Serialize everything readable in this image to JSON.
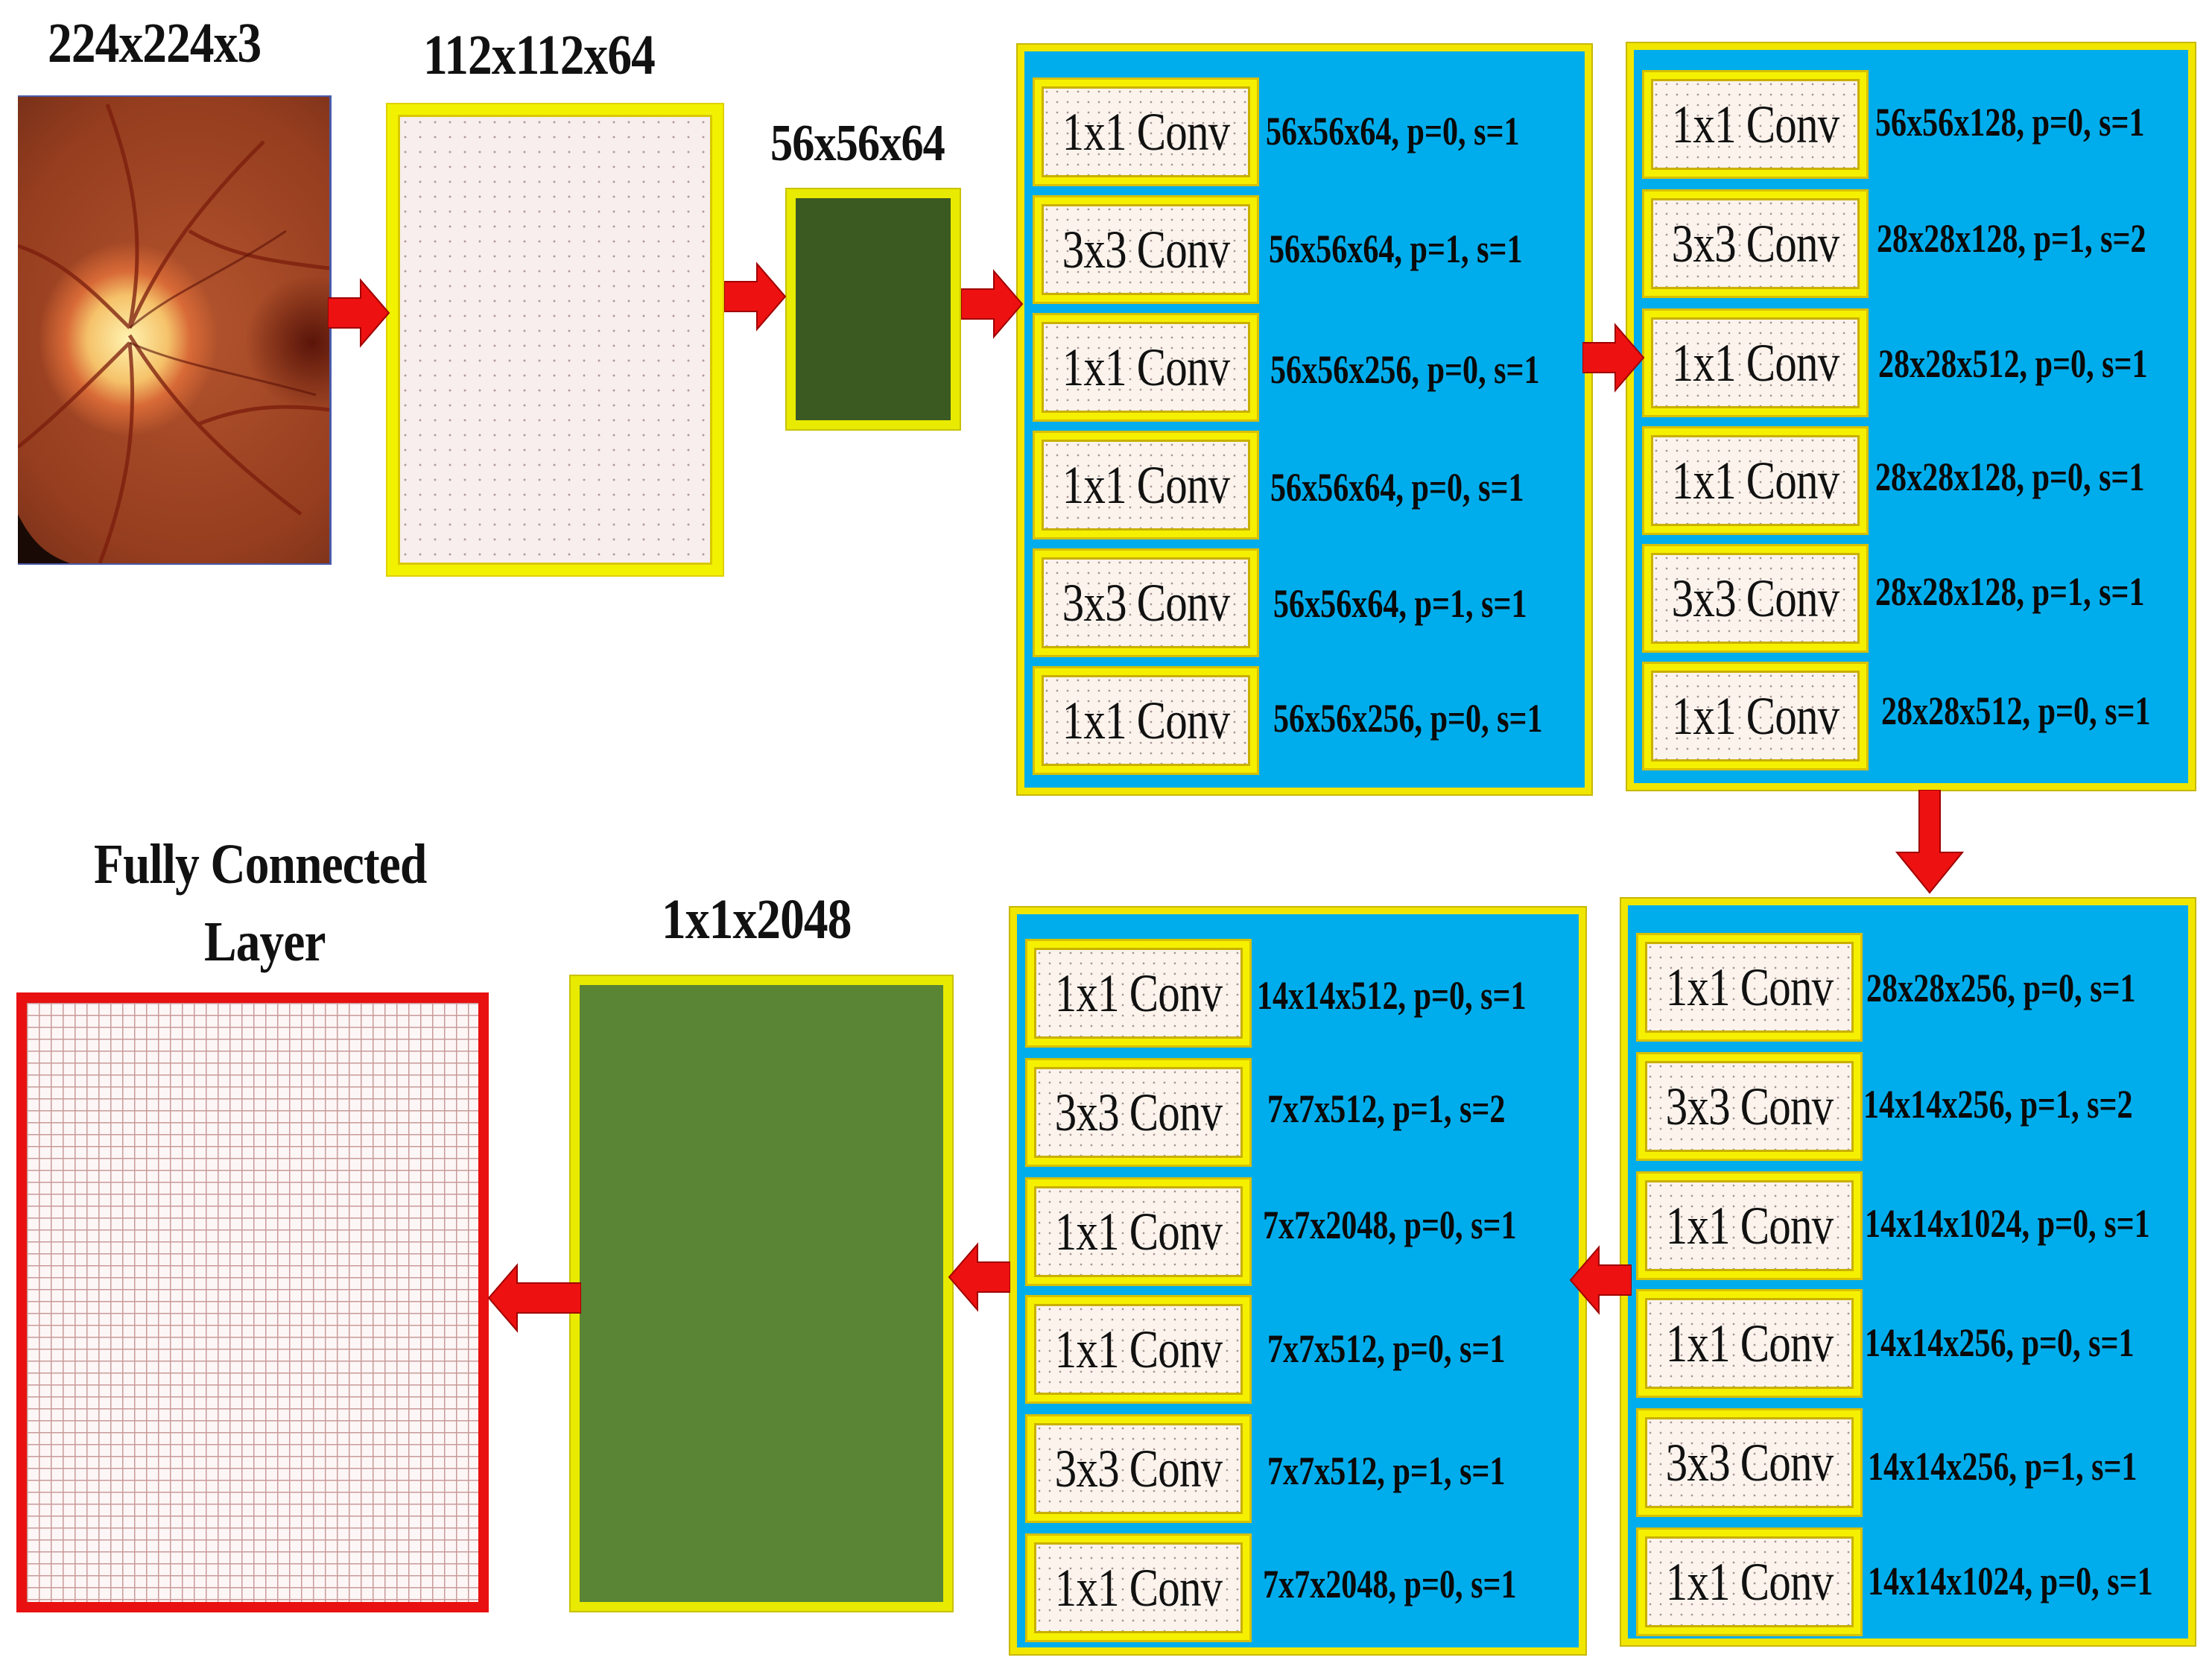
{
  "input": {
    "label": "224x224x3"
  },
  "conv1": {
    "label": "112x112x64"
  },
  "pool": {
    "label": "56x56x64"
  },
  "stage1": {
    "blocks": [
      {
        "op": "1x1 Conv",
        "params": "56x56x64, p=0, s=1"
      },
      {
        "op": "3x3 Conv",
        "params": "56x56x64, p=1, s=1"
      },
      {
        "op": "1x1 Conv",
        "params": "56x56x256, p=0, s=1"
      },
      {
        "op": "1x1 Conv",
        "params": "56x56x64, p=0, s=1"
      },
      {
        "op": "3x3 Conv",
        "params": "56x56x64, p=1, s=1"
      },
      {
        "op": "1x1 Conv",
        "params": "56x56x256, p=0, s=1"
      }
    ]
  },
  "stage2": {
    "blocks": [
      {
        "op": "1x1 Conv",
        "params": "56x56x128, p=0, s=1"
      },
      {
        "op": "3x3 Conv",
        "params": "28x28x128, p=1, s=2"
      },
      {
        "op": "1x1 Conv",
        "params": "28x28x512, p=0, s=1"
      },
      {
        "op": "1x1 Conv",
        "params": "28x28x128, p=0, s=1"
      },
      {
        "op": "3x3 Conv",
        "params": "28x28x128, p=1, s=1"
      },
      {
        "op": "1x1 Conv",
        "params": "28x28x512, p=0, s=1"
      }
    ]
  },
  "stage3": {
    "blocks": [
      {
        "op": "1x1 Conv",
        "params": "28x28x256, p=0, s=1"
      },
      {
        "op": "3x3 Conv",
        "params": "14x14x256, p=1, s=2"
      },
      {
        "op": "1x1 Conv",
        "params": "14x14x1024, p=0, s=1"
      },
      {
        "op": "1x1 Conv",
        "params": "14x14x256, p=0, s=1"
      },
      {
        "op": "3x3 Conv",
        "params": "14x14x256, p=1, s=1"
      },
      {
        "op": "1x1 Conv",
        "params": "14x14x1024, p=0, s=1"
      }
    ]
  },
  "stage4": {
    "blocks": [
      {
        "op": "1x1 Conv",
        "params": "14x14x512, p=0, s=1"
      },
      {
        "op": "3x3 Conv",
        "params": "7x7x512, p=1, s=2"
      },
      {
        "op": "1x1 Conv",
        "params": "7x7x2048, p=0, s=1"
      },
      {
        "op": "1x1 Conv",
        "params": "7x7x512, p=0, s=1"
      },
      {
        "op": "3x3 Conv",
        "params": "7x7x512, p=1, s=1"
      },
      {
        "op": "1x1 Conv",
        "params": "7x7x2048, p=0, s=1"
      }
    ]
  },
  "final": {
    "label": "1x1x2048"
  },
  "fc": {
    "label_line1": "Fully Connected",
    "label_line2": "Layer"
  },
  "colors": {
    "stage_bg": "#00adec",
    "block_border": "#f0e600",
    "arrow": "#ee1111",
    "pool_fill": "#3b5a22",
    "final_fill": "#5a8534",
    "fc_border": "#e81010"
  }
}
